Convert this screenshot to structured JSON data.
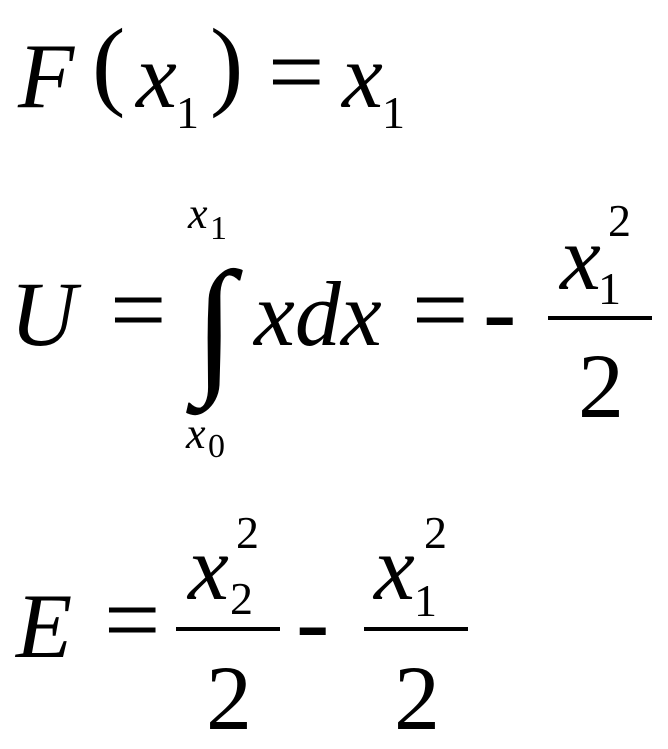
{
  "equations": {
    "f": {
      "func": "F",
      "lparen": "(",
      "arg": "x",
      "arg_sub": "1",
      "rparen": ")",
      "eq": "=",
      "rhs": "x",
      "rhs_sub": "1"
    },
    "u": {
      "lhs": "U",
      "eq": "=",
      "integral": "∫",
      "upper": "x",
      "upper_sub": "1",
      "lower": "x",
      "lower_sub": "0",
      "integrand": "xdx",
      "eq2": "=",
      "minus": "-",
      "num": "x",
      "num_sub": "1",
      "num_sup": "2",
      "den": "2"
    },
    "e": {
      "lhs": "E",
      "eq": "=",
      "frac1_num": "x",
      "frac1_sub": "2",
      "frac1_sup": "2",
      "frac1_den": "2",
      "minus": "-",
      "frac2_num": "x",
      "frac2_sub": "1",
      "frac2_sup": "2",
      "frac2_den": "2"
    }
  }
}
